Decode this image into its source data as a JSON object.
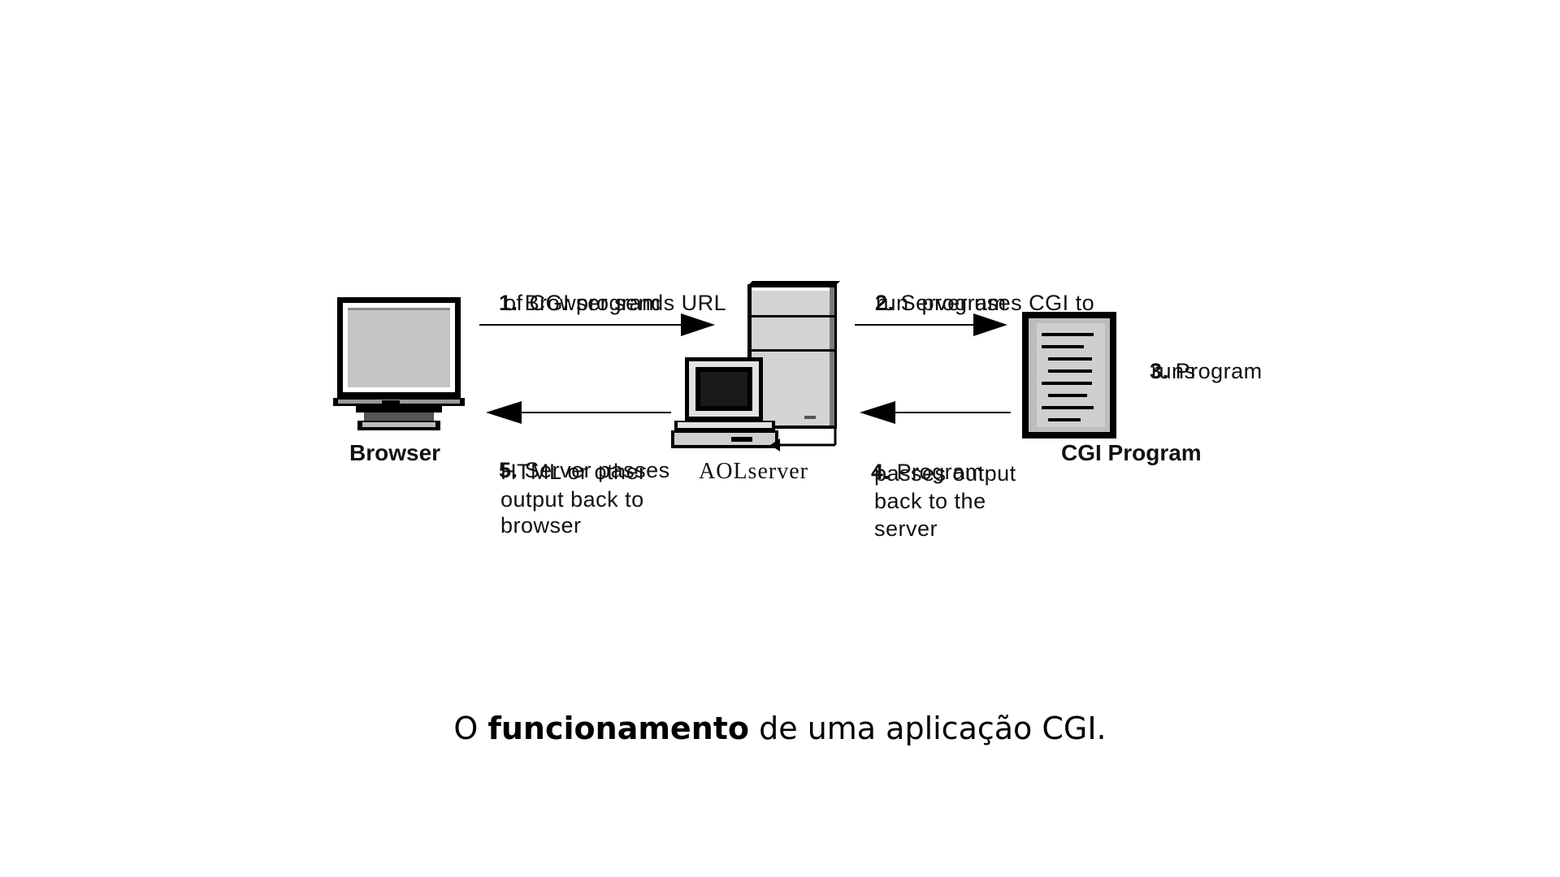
{
  "nodes": {
    "browser": "Browser",
    "server": "AOLserver",
    "program": "CGI Program"
  },
  "steps": [
    {
      "num": "1.",
      "lines": [
        "Browser sends URL",
        "of CGI program"
      ]
    },
    {
      "num": "2.",
      "lines": [
        "Server uses CGI to",
        "run  program"
      ]
    },
    {
      "num": "3.",
      "lines": [
        "Program",
        "runs"
      ]
    },
    {
      "num": "4.",
      "lines": [
        "Program",
        "passes output",
        "back to the",
        "server"
      ]
    },
    {
      "num": "5.",
      "lines": [
        "Server passes",
        "HTML or other",
        "output back to",
        "browser"
      ]
    }
  ],
  "caption": {
    "prefix": "O ",
    "bold": "funcionamento",
    "suffix": " de uma aplicação CGI."
  },
  "icons": [
    "monitor-icon",
    "server-tower-icon",
    "document-icon"
  ]
}
